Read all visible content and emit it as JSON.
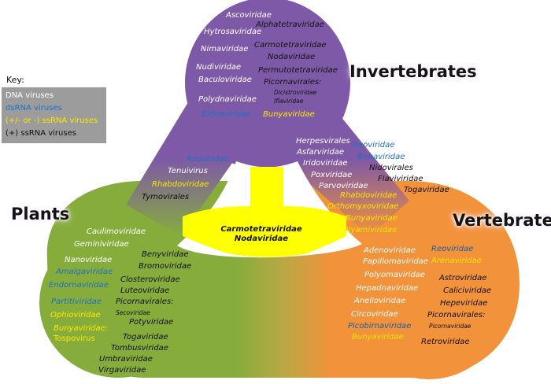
{
  "key": {
    "title": "Key:",
    "items": [
      {
        "label": "DNA viruses",
        "color": "#ffffff"
      },
      {
        "label": "dsRNA viruses",
        "color": "#1f6fc4"
      },
      {
        "label": "(+/- or -) ssRNA viruses",
        "color": "#ffe600"
      },
      {
        "label": "(+) ssRNA viruses",
        "color": "#111111"
      }
    ]
  },
  "regions": {
    "invertebrates": "Invertebrates",
    "plants": "Plants",
    "vertebrates": "Vertebrates"
  },
  "colors": {
    "invertebrates": "#7e59a8",
    "plants": "#86ad3b",
    "vertebrates": "#f2923a",
    "center": "#ffff00"
  },
  "center": {
    "line1": "Carmotetraviridae",
    "line2": "Nodaviridae"
  },
  "invertebrates": {
    "ascoviridae": "Ascoviridae",
    "alphatetraviridae": "Alphatetraviridae",
    "hytrosaviridae": "Hytrosaviridae",
    "nimaviridae": "Nimaviridae",
    "carmotetraviridae": "Carmotetraviridae",
    "nodaviridae": "Nodaviridae",
    "nudiviridae": "Nudiviridae",
    "baculoviridae": "Baculoviridae",
    "permutotetraviridae": "Permutotetraviridae",
    "picornavirales": "Picornavirales:",
    "dicistroviridae": "Dicistroviridae",
    "iflaviridae": "Iflaviridae",
    "polydnaviridae": "Polydnaviridae",
    "bidnaviridae": "Bidnaviridae",
    "bunyaviridae": "Bunyaviridae"
  },
  "shared_inv_plants": {
    "reoviridae": "Reoviridae",
    "tenuivirus": "Tenuivirus",
    "rhabdoviridae": "Rhabdoviridae",
    "tymovirales": "Tymovirales"
  },
  "shared_inv_vert": {
    "herpesvirales": "Herpesvirales",
    "asfarviridae": "Asfarviridae",
    "iridoviridae": "Iridoviridae",
    "poxviridae": "Poxviridae",
    "parvoviridae": "Parvoviridae",
    "rhabdoviridae": "Rhabdoviridae",
    "orthomyxoviridae": "Orthomyxoviridae",
    "bunyaviridae": "Bunyaviridae",
    "nyamiviridae": "Nyamiviridae",
    "reoviridae": "Reoviridae",
    "birnaviridae": "Birnaviridae",
    "nidovirales": "Nidovirales",
    "flaviviridae": "Flaviviridae",
    "togaviridae": "Togaviridae"
  },
  "plants": {
    "caulimoviridae": "Caulimoviridae",
    "geminiviridae": "Geminiviridae",
    "nanoviridae": "Nanoviridae",
    "amalgaviridae": "Amalgaviridae",
    "endornaviridae": "Endornaviridae",
    "partitiviridae": "Partitiviridae",
    "ophioviridae": "Ophioviridae",
    "bunyaviridae": "Bunyaviridae:",
    "tospovirus": "Tospovirus",
    "benyviridae": "Benyviridae",
    "bromoviridae": "Bromoviridae",
    "closteroviridae": "Closteroviridae",
    "luteoviridae": "Luteoviridae",
    "picornavirales": "Picornavirales:",
    "secoviridae": "Secoviridae",
    "potyviridae": "Potyviridae",
    "togaviridae": "Togaviridae",
    "tombusviridae": "Tombusviridae",
    "umbraviridae": "Umbraviridae",
    "virgaviridae": "Virgaviridae"
  },
  "vertebrates": {
    "adenoviridae": "Adenoviridae",
    "papillomaviridae": "Papillomaviridae",
    "polyomaviridae": "Polyomaviridae",
    "hepadnaviridae": "Hepadnaviridae",
    "anelloviridae": "Anelloviridae",
    "circoviridae": "Circoviridae",
    "picobirnaviridae": "Picobirnaviridae",
    "bunyaviridae": "Bunyaviridae",
    "reoviridae": "Reoviridae",
    "arenaviridae": "Arenaviridae",
    "astroviridae": "Astroviridae",
    "caliciviridae": "Caliciviridae",
    "hepeviridae": "Hepeviridae",
    "picornavirales": "Picornavirales:",
    "picornaviridae": "Picornaviridae",
    "retroviridae": "Retroviridae"
  }
}
